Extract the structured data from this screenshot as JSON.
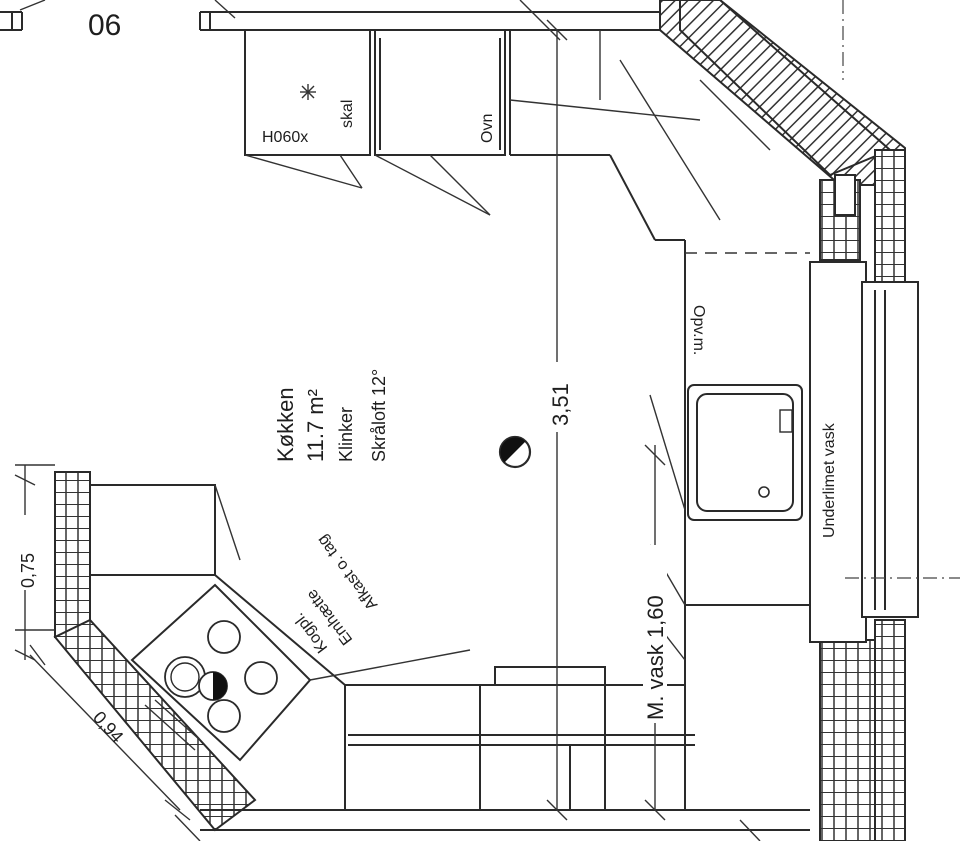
{
  "room": {
    "name": "Køkken",
    "area": "11.7 m²",
    "floor": "Klinker",
    "ceiling": "Skråloft 12°"
  },
  "labels": {
    "room_number": "06",
    "fridge": "H060x",
    "fridge_suffix": "skal",
    "oven": "Ovn",
    "dishwasher": "Opv.m.",
    "sink": "Underlimet vask",
    "hob_note_1": "Kogpl.",
    "hob_note_2": "Emhætte",
    "hob_note_3": "Afkast o. tag"
  },
  "dimensions": {
    "room_length": "3,51",
    "sink_run": "M. vask 1,60",
    "hob_depth": "0,75",
    "hob_diag": "0,94"
  }
}
